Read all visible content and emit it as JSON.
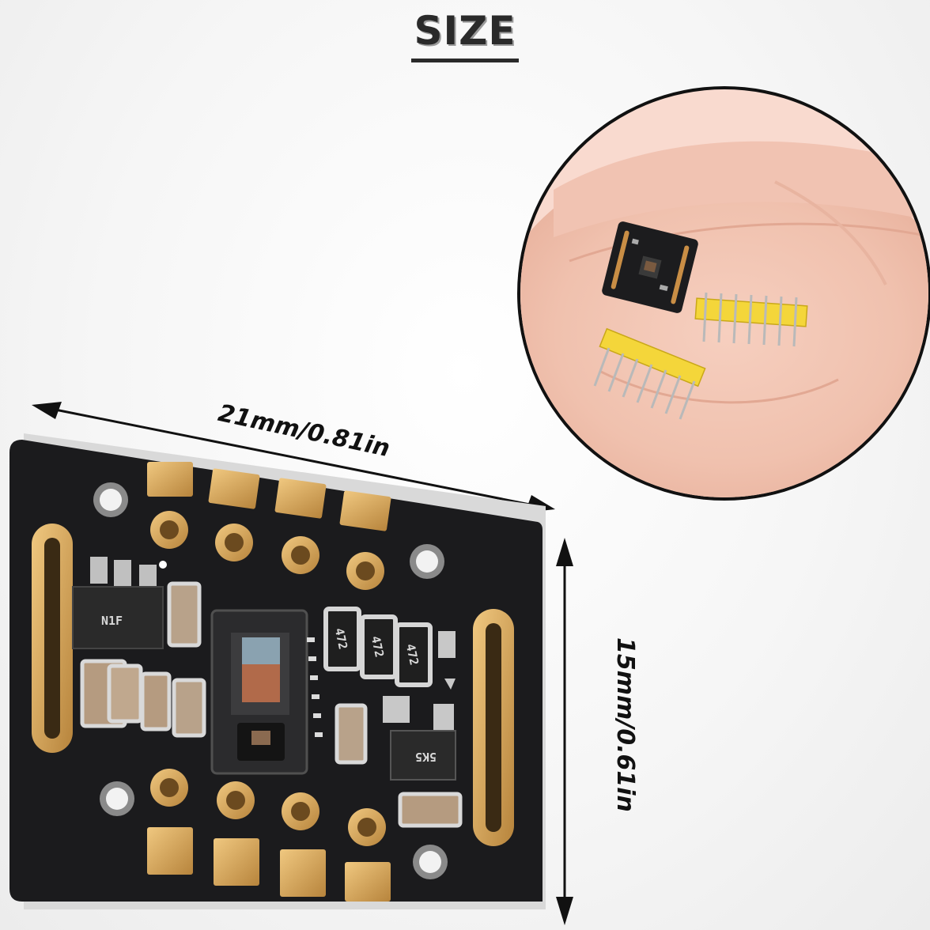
{
  "title": "SIZE",
  "dimensions": {
    "width_label": "21mm/0.81in",
    "height_label": "15mm/0.61in"
  },
  "board": {
    "resistor_labels": [
      "472",
      "472",
      "472"
    ],
    "chip_labels": [
      "N1F",
      "5K5"
    ]
  },
  "colors": {
    "board": "#1b1b1d",
    "gold_pad": "#d8a85a",
    "header_plastic": "#f4d63a",
    "background": "#f4f4f4"
  }
}
